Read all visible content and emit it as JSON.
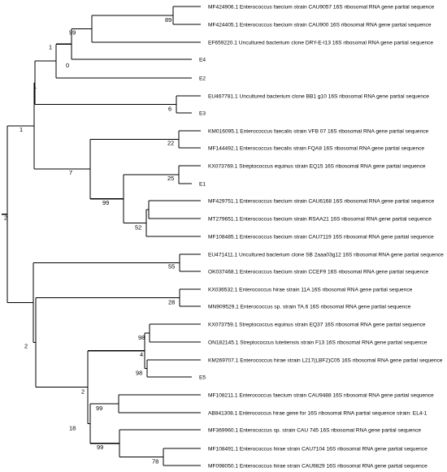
{
  "tree": {
    "leaves": [
      {
        "id": "l1",
        "label": "MF424906.1 Enterococcus faecium strain CAU9057 16S ribosomal RNA gene partial sequence"
      },
      {
        "id": "l2",
        "label": "MF424405.1 Enterococcus faecium strain CAU900 16S ribosomal RNA gene partial sequence"
      },
      {
        "id": "l3",
        "label": "EF659220.1 Uncultured bacterium clone DRY-E-I13 16S ribosomal RNA gene partial sequence"
      },
      {
        "id": "l4",
        "label": "E4"
      },
      {
        "id": "l5",
        "label": "E2"
      },
      {
        "id": "l6",
        "label": "EU467781.1 Uncultured bacterium clone BB1 g10 16S ribosomal RNA gene partial sequence"
      },
      {
        "id": "l7",
        "label": "E3"
      },
      {
        "id": "l8",
        "label": "KM016095.1 Enterococcus faecalis strain VFB 07 16S ribosomal RNA gene partial sequence"
      },
      {
        "id": "l9",
        "label": "MF144492.1 Enterococcus faecalis strain FQA8 16S ribosomal RNA gene partial sequence"
      },
      {
        "id": "l10",
        "label": "KX073769.1 Streptococcus equinus strain EQ15 16S ribosomal RNA gene partial sequence"
      },
      {
        "id": "l11",
        "label": "E1"
      },
      {
        "id": "l12",
        "label": "MF429751.1 Enterococcus faecium strain CAU6168 16S ribosomal RNA gene partial sequence"
      },
      {
        "id": "l13",
        "label": "MT279651.1 Enterococcus faecium strain RSAA21 16S ribosomal RNA gene partial sequence"
      },
      {
        "id": "l14",
        "label": "MF108485.1 Enterococcus faecium strain CAU7119 16S ribosomal RNA gene partial sequence"
      },
      {
        "id": "l15",
        "label": "EU471411.1 Uncultured bacterium clone SB 2aaa03g12 16S ribosomal RNA gene partial sequence"
      },
      {
        "id": "l16",
        "label": "OK037468.1 Enterococcus faecium strain CCEF9 16S ribosomal RNA gene partial sequence"
      },
      {
        "id": "l17",
        "label": "KX036532.1 Enterococcus hirae strain 11A 16S ribosomal RNA gene partial sequence"
      },
      {
        "id": "l18",
        "label": "MN909529.1 Enterococcus sp. strain TA.6 16S ribosomal RNA gene partial sequence"
      },
      {
        "id": "l19",
        "label": "KX073759.1 Streptococcus equinus strain EQ37 16S ribosomal RNA gene partial sequence"
      },
      {
        "id": "l20",
        "label": "ON182145.1 Streptococcus lutetiensis strain F13 16S ribosomal RNA gene partial sequence"
      },
      {
        "id": "l21",
        "label": "KM269707.1 Enterococcus hirae strain L217(LBF2)C05 16S ribosomal RNA gene partial sequence"
      },
      {
        "id": "l22",
        "label": "E5"
      },
      {
        "id": "l23",
        "label": "MF108211.1 Enterococcus faecium strain CAU9488 16S ribosomal RNA gene partial sequence"
      },
      {
        "id": "l24",
        "label": "AB841308.1 Enterococcus hirae gene for 16S ribosomal RNA partial sequence strain: EL4-1"
      },
      {
        "id": "l25",
        "label": "MF369960.1 Enterococcus sp. strain CAU 745 16S ribosomal RNA gene partial sequence"
      },
      {
        "id": "l26",
        "label": "MF108491.1 Enterococcus hirae strain CAU7104 16S ribosomal RNA gene partial sequence"
      },
      {
        "id": "l27",
        "label": "MF098050.1 Enterococcus hirae strain CAU9829 16S ribosomal RNA gene partial sequence"
      }
    ],
    "nodes": [
      {
        "id": "nA",
        "children": [
          "l1",
          "l2"
        ],
        "support": "89"
      },
      {
        "id": "nB",
        "children": [
          "nA",
          "l3"
        ],
        "support": "99"
      },
      {
        "id": "nC",
        "children": [
          "nB",
          "l4"
        ],
        "support": "1"
      },
      {
        "id": "nD",
        "children": [
          "nC",
          "l5"
        ],
        "support": "0"
      },
      {
        "id": "nE",
        "children": [
          "l6",
          "l7"
        ],
        "support": "6"
      },
      {
        "id": "nF",
        "children": [
          "nD",
          "nE"
        ],
        "support": "1"
      },
      {
        "id": "nG",
        "children": [
          "l8",
          "l9"
        ],
        "support": "22"
      },
      {
        "id": "nH",
        "children": [
          "l10",
          "l11"
        ],
        "support": "25"
      },
      {
        "id": "nI",
        "children": [
          "l12",
          "l13"
        ],
        "support": ""
      },
      {
        "id": "nJ",
        "children": [
          "nI",
          "l14"
        ],
        "support": "52"
      },
      {
        "id": "nK",
        "children": [
          "nH",
          "nJ"
        ],
        "support": "99"
      },
      {
        "id": "nL",
        "children": [
          "nG",
          "nK"
        ],
        "support": "7"
      },
      {
        "id": "nM",
        "children": [
          "nF",
          "nL"
        ],
        "support": "1"
      },
      {
        "id": "nN",
        "children": [
          "l15",
          "l16"
        ],
        "support": "55"
      },
      {
        "id": "nO",
        "children": [
          "l17",
          "l18"
        ],
        "support": "28"
      },
      {
        "id": "nP",
        "children": [
          "l19",
          "l20"
        ],
        "support": "98"
      },
      {
        "id": "nQ",
        "children": [
          "l21",
          "l22"
        ],
        "support": "98"
      },
      {
        "id": "nR",
        "children": [
          "nP",
          "nQ"
        ],
        "support": "4"
      },
      {
        "id": "nS",
        "children": [
          "l23",
          "l24"
        ],
        "support": "99"
      },
      {
        "id": "nT",
        "children": [
          "l26",
          "l27"
        ],
        "support": "78"
      },
      {
        "id": "nU",
        "children": [
          "l25",
          "nT"
        ],
        "support": "99"
      },
      {
        "id": "nV",
        "children": [
          "nS",
          "nU"
        ],
        "support": "18"
      },
      {
        "id": "nW",
        "children": [
          "nR",
          "nV"
        ],
        "support": "2"
      },
      {
        "id": "nX",
        "children": [
          "nO",
          "nW"
        ],
        "support": "2"
      },
      {
        "id": "nY",
        "children": [
          "nN",
          "nX"
        ],
        "support": ""
      },
      {
        "id": "root",
        "children": [
          "nM",
          "nY"
        ],
        "support": "2"
      }
    ]
  }
}
